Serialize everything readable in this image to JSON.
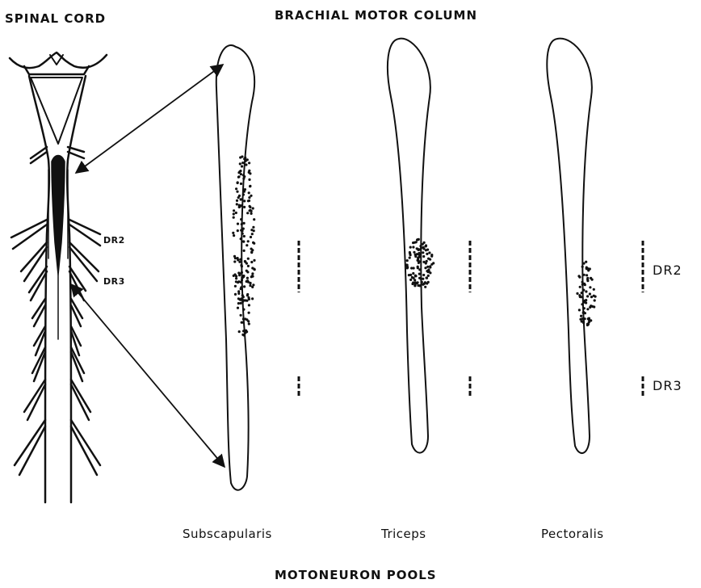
{
  "headers": {
    "spinal_cord": "SPINAL CORD",
    "brachial_motor_column": "BRACHIAL   MOTOR   COLUMN",
    "motoneuron_pools": "MOTONEURON    POOLS"
  },
  "root_labels": {
    "cord_dr2": "DR2",
    "cord_dr3": "DR3",
    "column_dr2": "DR2",
    "column_dr3": "DR3"
  },
  "pools": [
    {
      "name": "Subscapularis"
    },
    {
      "name": "Triceps"
    },
    {
      "name": "Pectoralis"
    }
  ]
}
